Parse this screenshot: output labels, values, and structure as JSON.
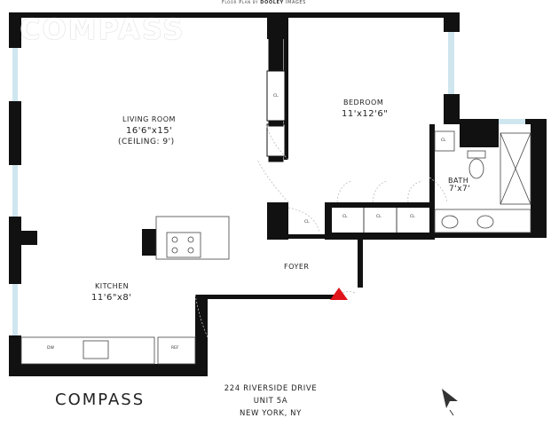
{
  "credit": {
    "prefix": "Floor Plan by",
    "brand": "DOOLEY",
    "suffix": "IMAGES"
  },
  "watermark": "COMPASS",
  "logo": "COMPASS",
  "address": {
    "line1": "224 RIVERSIDE DRIVE",
    "line2": "UNIT 5A",
    "line3": "NEW YORK, NY"
  },
  "rooms": {
    "living": {
      "name": "LIVING ROOM",
      "dim": "16'6\"x15'",
      "ceiling": "(CEILING: 9')"
    },
    "bedroom": {
      "name": "BEDROOM",
      "dim": "11'x12'6\""
    },
    "bath": {
      "name": "BATH",
      "dim": "7'x7'"
    },
    "kitchen": {
      "name": "KITCHEN",
      "dim": "11'6\"x8'"
    },
    "foyer": {
      "name": "FOYER"
    }
  },
  "fixtures": {
    "closet": "CL",
    "dishwasher": "DW",
    "refrigerator": "REF"
  },
  "colors": {
    "wall": "#111111",
    "window": "#cfe6ef",
    "entry": "#e0141b"
  }
}
